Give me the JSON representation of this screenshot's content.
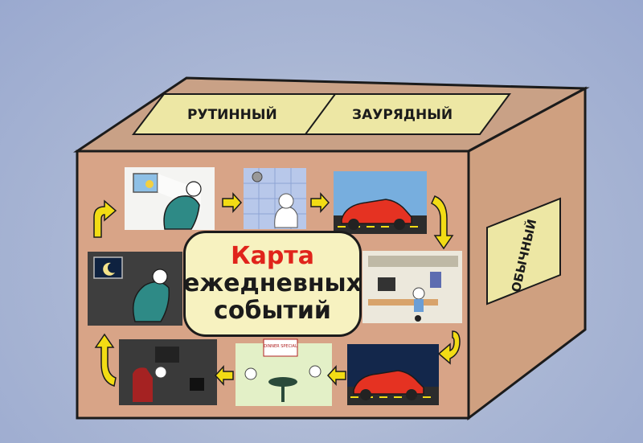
{
  "labels": {
    "top_left": "РУТИННЫЙ",
    "top_right": "ЗАУРЯДНЫЙ",
    "side": "ОБЫЧНЫЙ"
  },
  "center": {
    "line1": "Карта",
    "line2": "ежедневных",
    "line3": "событий"
  },
  "scenes": {
    "dinner_sign": "DINNER SPECIAL"
  },
  "colors": {
    "box_front": "#d8a487",
    "box_top": "#c9a186",
    "box_side": "#cfa080",
    "label_fill": "#ede7a4",
    "arrow": "#f2dc14",
    "title_accent": "#e0241b"
  }
}
